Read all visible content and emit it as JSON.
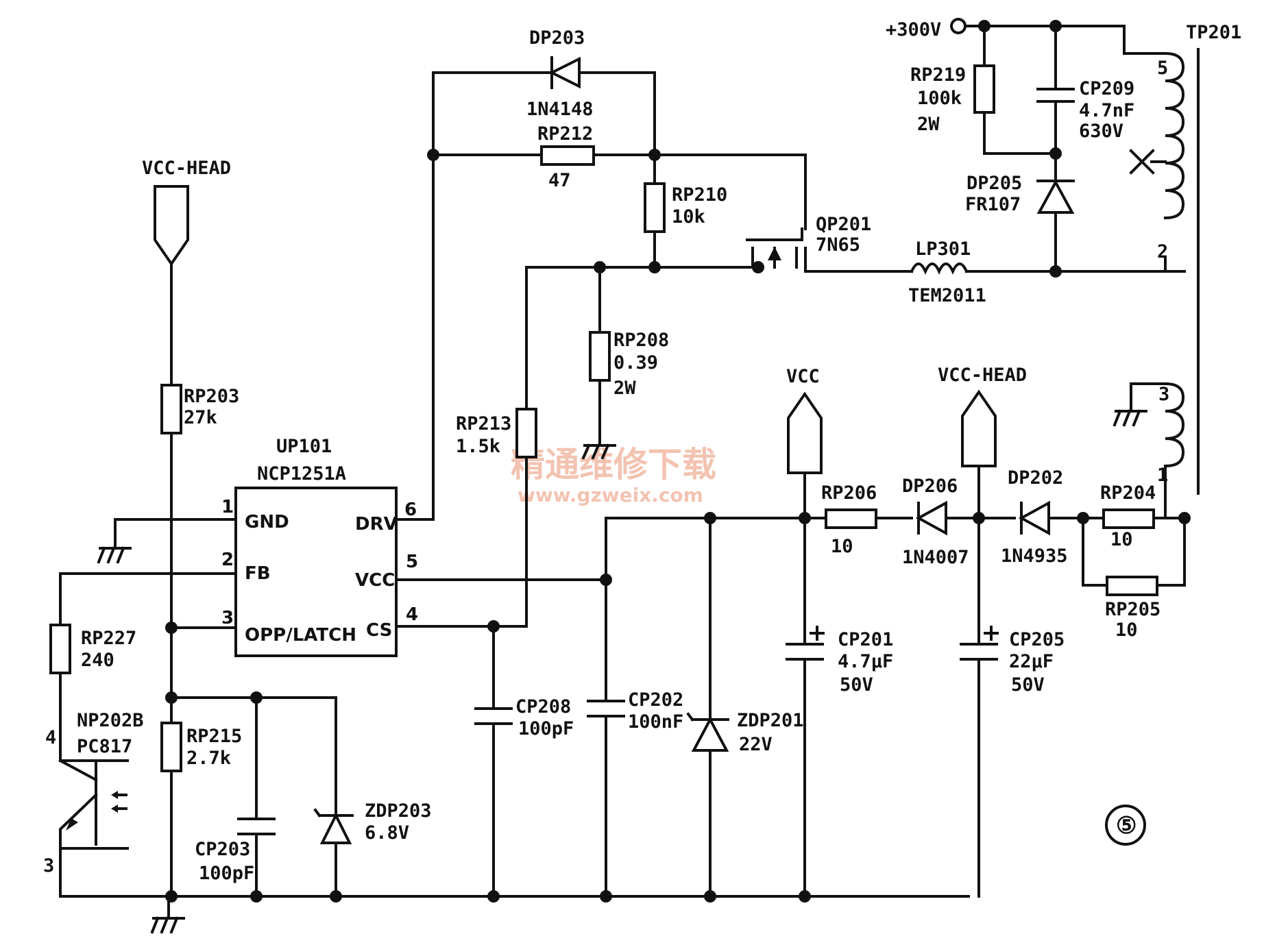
{
  "watermark": {
    "cn": "精通维修下载",
    "url": "www.gzweix.com"
  },
  "figure_mark": "⑤",
  "ic": {
    "ref": "UP101",
    "part": "NCP1251A",
    "pins": [
      {
        "num": "1",
        "name": "GND"
      },
      {
        "num": "2",
        "name": "FB"
      },
      {
        "num": "3",
        "name": "OPP/LATCH"
      },
      {
        "num": "4",
        "name": "CS"
      },
      {
        "num": "5",
        "name": "VCC"
      },
      {
        "num": "6",
        "name": "DRV"
      }
    ]
  },
  "nets": {
    "vcc_head_left": "VCC-HEAD",
    "vcc": "VCC",
    "vcc_head_right": "VCC-HEAD",
    "hv": "+300V"
  },
  "transformer": {
    "ref": "TP201",
    "pins": [
      "5",
      "2",
      "3",
      "1"
    ]
  },
  "optocoupler": {
    "ref": "NP202B",
    "part": "PC817",
    "pins": [
      "4",
      "3"
    ]
  },
  "components": {
    "dp203": {
      "ref": "DP203",
      "value": "1N4148"
    },
    "rp212": {
      "ref": "RP212",
      "value": "47"
    },
    "rp210": {
      "ref": "RP210",
      "value": "10k"
    },
    "qp201": {
      "ref": "QP201",
      "value": "7N65"
    },
    "lp301": {
      "ref": "LP301",
      "value": "TEM2011"
    },
    "rp219": {
      "ref": "RP219",
      "value": "100k",
      "rating": "2W"
    },
    "cp209": {
      "ref": "CP209",
      "value": "4.7nF",
      "rating": "630V"
    },
    "dp205": {
      "ref": "DP205",
      "value": "FR107"
    },
    "rp208": {
      "ref": "RP208",
      "value": "0.39",
      "rating": "2W"
    },
    "rp213": {
      "ref": "RP213",
      "value": "1.5k"
    },
    "rp203": {
      "ref": "RP203",
      "value": "27k"
    },
    "rp227": {
      "ref": "RP227",
      "value": "240"
    },
    "rp215": {
      "ref": "RP215",
      "value": "2.7k"
    },
    "cp203": {
      "ref": "CP203",
      "value": "100pF"
    },
    "zdp203": {
      "ref": "ZDP203",
      "value": "6.8V"
    },
    "cp208": {
      "ref": "CP208",
      "value": "100pF"
    },
    "cp202": {
      "ref": "CP202",
      "value": "100nF"
    },
    "zdp201": {
      "ref": "ZDP201",
      "value": "22V"
    },
    "rp206": {
      "ref": "RP206",
      "value": "10"
    },
    "dp206": {
      "ref": "DP206",
      "value": "1N4007"
    },
    "dp202": {
      "ref": "DP202",
      "value": "1N4935"
    },
    "rp204": {
      "ref": "RP204",
      "value": "10"
    },
    "rp205": {
      "ref": "RP205",
      "value": "10"
    },
    "cp201": {
      "ref": "CP201",
      "value": "4.7μF",
      "rating": "50V"
    },
    "cp205": {
      "ref": "CP205",
      "value": "22μF",
      "rating": "50V"
    }
  }
}
